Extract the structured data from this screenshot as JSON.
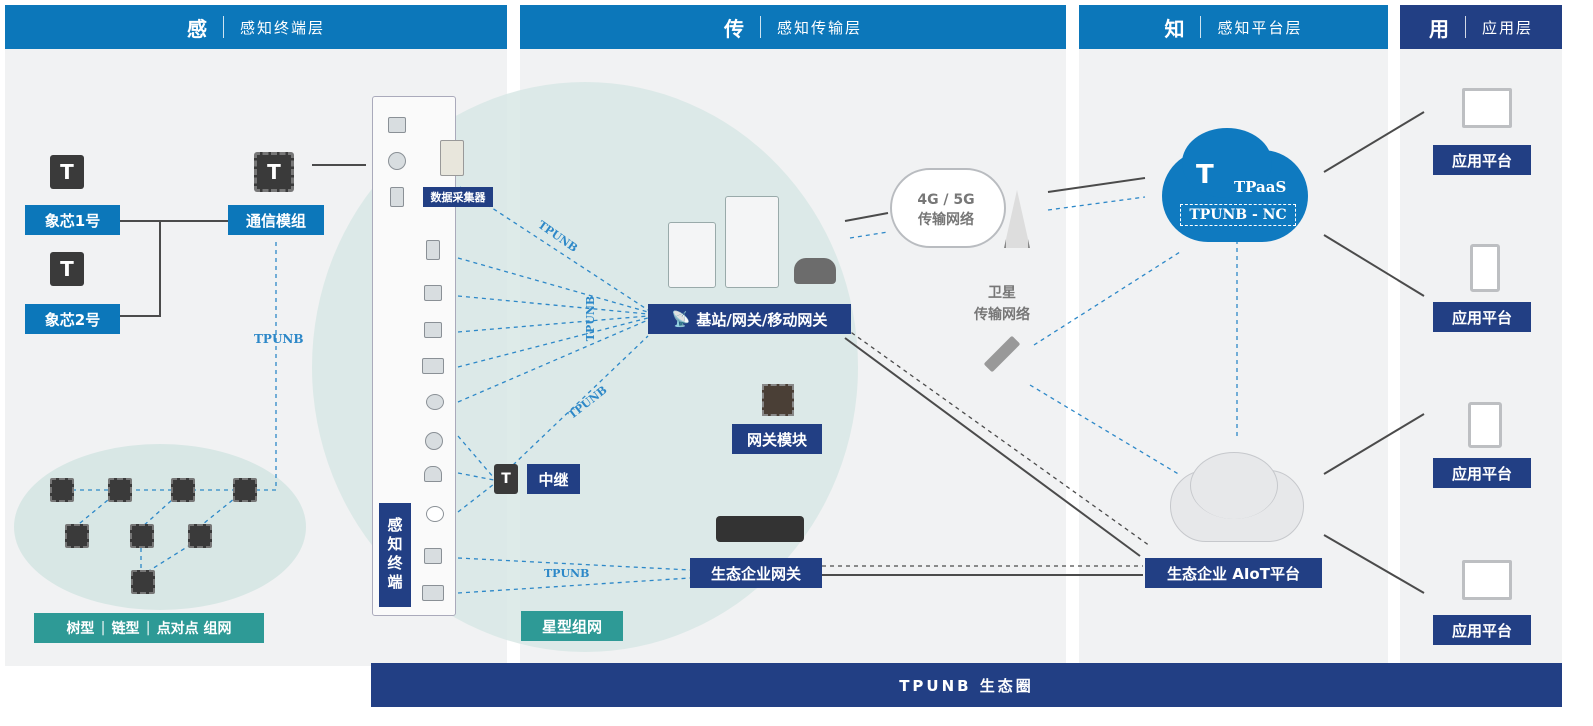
{
  "layers": [
    {
      "char": "感",
      "name": "感知终端层"
    },
    {
      "char": "传",
      "name": "感知传输层"
    },
    {
      "char": "知",
      "name": "感知平台层"
    },
    {
      "char": "用",
      "name": "应用层"
    }
  ],
  "sensing": {
    "chip1": "象芯1号",
    "chip2": "象芯2号",
    "comm_module": "通信模组",
    "tpunb_vertical": "TPUNB",
    "topology": [
      "树型",
      "链型",
      "点对点 组网"
    ],
    "data_collector": "数据采集器",
    "terminal_panel": "感知终端"
  },
  "transmission": {
    "tpunb_label": "TPUNB",
    "base_station": "基站/网关/移动网关",
    "relay": "中继",
    "gateway_module": "网关模块",
    "eco_gateway": "生态企业网关",
    "star_network": "星型组网",
    "cellular_network": "4G / 5G\n传输网络",
    "satellite_network": "卫星\n传输网络"
  },
  "platform": {
    "cloud_brand": "TPaaS",
    "cloud_name": "TPUNB - NC",
    "eco_platform": "生态企业 AIoT平台"
  },
  "application": {
    "platform_label": "应用平台"
  },
  "footer": "TPUNB 生态圈",
  "colors": {
    "blue": "#0c77ba",
    "navy": "#223f84",
    "teal": "#2e9a96",
    "line": "#4b4b4b",
    "dashed": "#2d88c8"
  }
}
